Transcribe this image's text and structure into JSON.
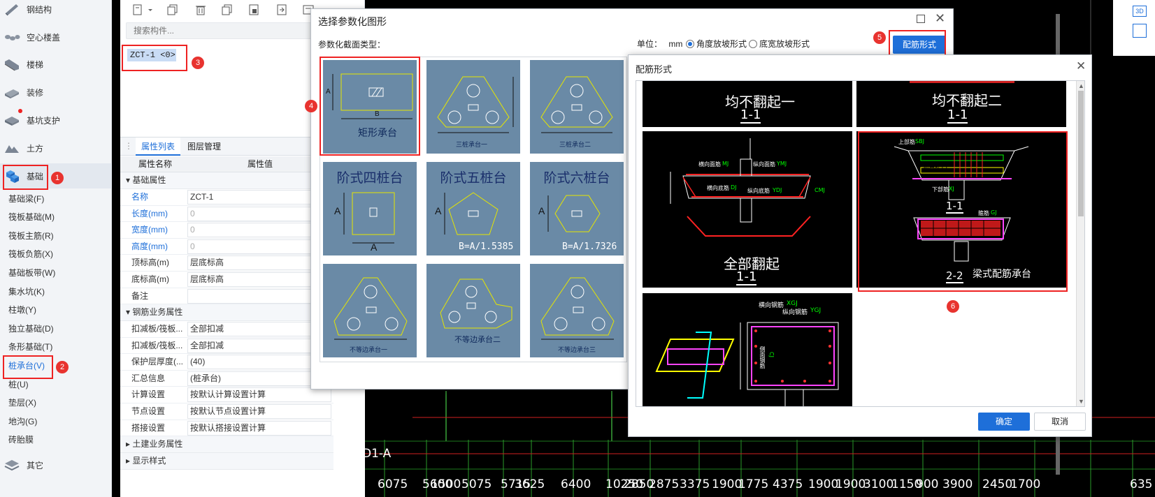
{
  "nav": {
    "main": [
      {
        "label": "钢结构",
        "icon": "steel-structure-icon"
      },
      {
        "label": "空心楼盖",
        "icon": "hollow-floor-icon"
      },
      {
        "label": "楼梯",
        "icon": "stair-icon"
      },
      {
        "label": "装修",
        "icon": "decoration-icon"
      },
      {
        "label": "基坑支护",
        "icon": "pit-support-icon"
      },
      {
        "label": "土方",
        "icon": "earthwork-icon"
      },
      {
        "label": "基础",
        "icon": "foundation-icon"
      }
    ],
    "sub": [
      "基础梁(F)",
      "筏板基础(M)",
      "筏板主筋(R)",
      "筏板负筋(X)",
      "基础板带(W)",
      "集水坑(K)",
      "柱墩(Y)",
      "独立基础(D)",
      "条形基础(T)",
      "桩承台(V)",
      "桩(U)",
      "垫层(X)",
      "地沟(G)",
      "砖胎膜"
    ],
    "other": {
      "label": "其它",
      "icon": "other-icon"
    }
  },
  "badges": [
    "1",
    "2",
    "3",
    "4",
    "5",
    "6"
  ],
  "components": {
    "search_placeholder": "搜索构件...",
    "item": "ZCT-1 <0>"
  },
  "props": {
    "tabs": [
      "属性列表",
      "图层管理"
    ],
    "col_name": "属性名称",
    "col_value": "属性值",
    "group1": "基础属性",
    "rows1": [
      {
        "k": "名称",
        "v": "ZCT-1"
      },
      {
        "k": "长度(mm)",
        "v": "0"
      },
      {
        "k": "宽度(mm)",
        "v": "0"
      },
      {
        "k": "高度(mm)",
        "v": "0"
      },
      {
        "k": "顶标高(m)",
        "v": "层底标高"
      },
      {
        "k": "底标高(m)",
        "v": "层底标高"
      },
      {
        "k": "备注",
        "v": ""
      }
    ],
    "group2": "钢筋业务属性",
    "rows2": [
      {
        "k": "扣减板/筏板...",
        "v": "全部扣减"
      },
      {
        "k": "扣减板/筏板...",
        "v": "全部扣减"
      },
      {
        "k": "保护层厚度(...",
        "v": "(40)"
      },
      {
        "k": "汇总信息",
        "v": "(桩承台)"
      },
      {
        "k": "计算设置",
        "v": "按默认计算设置计算"
      },
      {
        "k": "节点设置",
        "v": "按默认节点设置计算"
      },
      {
        "k": "搭接设置",
        "v": "按默认搭接设置计算"
      }
    ],
    "group3": "土建业务属性",
    "group4": "显示样式"
  },
  "cad": {
    "axis_label": "D1-A",
    "dims": [
      "6075",
      "5600",
      "1500",
      "5075",
      "5715",
      "3625",
      "6400",
      "10250",
      "2850",
      "2875",
      "3375",
      "1900",
      "1775",
      "4375",
      "1900",
      "1900",
      "3100",
      "1150",
      "900",
      "3900",
      "2450",
      "1700",
      "635"
    ],
    "view_3d_label": "3D"
  },
  "dialog1": {
    "title": "选择参数化图形",
    "section_label": "参数化截面类型：",
    "unit_label": "单位：",
    "unit": "mm",
    "radio1": "角度放坡形式",
    "radio2": "底宽放坡形式",
    "rebar_button": "配筋形式",
    "shapes": [
      {
        "title": "",
        "label": "矩形承台",
        "dimA": "A",
        "dimB": "B"
      },
      {
        "title": "",
        "label": "三桩承台一"
      },
      {
        "title": "",
        "label": "三桩承台二"
      },
      {
        "title": "阶式四桩台",
        "label": "",
        "dimA": "A",
        "dimB": "A"
      },
      {
        "title": "阶式五桩台",
        "label": "B=A/1.5385",
        "dimA": "A"
      },
      {
        "title": "阶式六桩台",
        "label": "B=A/1.7326",
        "dimA": "A"
      },
      {
        "title": "",
        "label": "不等边承台一"
      },
      {
        "title": "",
        "label": "不等边承台二"
      },
      {
        "title": "",
        "label": "不等边承台三"
      }
    ]
  },
  "dialog2": {
    "title": "配筋形式",
    "confirm": "确定",
    "cancel": "取消",
    "opt1_title": "均不翻起一",
    "opt1_sub": "1-1",
    "opt2_title": "均不翻起二",
    "opt2_sub": "1-1",
    "opt3_title": "全部翻起",
    "opt3_sub": "1-1",
    "opt3_labels": [
      "横向面筋",
      "MJ",
      "纵向面筋",
      "YMJ",
      "横向底筋",
      "DJ",
      "纵向底筋",
      "YDJ",
      "CMJ"
    ],
    "opt4_sec1": "1-1",
    "opt4_sec2": "2-2",
    "opt4_title": "梁式配筋承台",
    "opt4_labels": [
      "上部筋",
      "SBJ",
      "侧面筋",
      "CJ",
      "下部筋",
      "XJ",
      "箍筋",
      "GJ"
    ],
    "opt5_labels": [
      "横向钢筋",
      "XGJ",
      "纵向钢筋",
      "YGJ",
      "侧面钢筋",
      "CJ"
    ]
  }
}
